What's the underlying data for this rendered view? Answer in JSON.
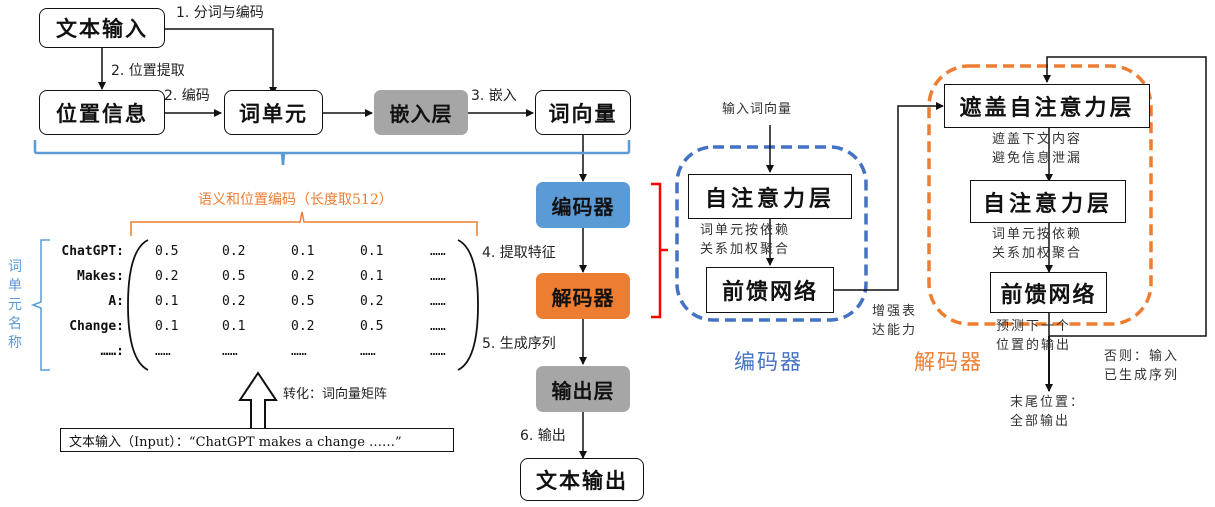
{
  "pipeline": {
    "text_input": "文本输入",
    "position_info": "位置信息",
    "token": "词单元",
    "embedding_layer": "嵌入层",
    "word_vector": "词向量",
    "encoder": "编码器",
    "decoder": "解码器",
    "output_layer": "输出层",
    "text_output": "文本输出",
    "steps": {
      "tokenize": "1. 分词与编码",
      "position_extract": "2. 位置提取",
      "encode": "2. 编码",
      "embed": "3. 嵌入",
      "extract_features": "4. 提取特征",
      "generate_sequence": "5. 生成序列",
      "output": "6. 输出"
    }
  },
  "matrix": {
    "title": "语义和位置编码（长度取512）",
    "row_axis_label": "词单元名称",
    "row_labels": [
      "ChatGPT:",
      "Makes:",
      "A:",
      "Change:",
      "……:"
    ],
    "rows": [
      [
        "0.5",
        "0.2",
        "0.1",
        "0.1",
        "……"
      ],
      [
        "0.2",
        "0.5",
        "0.2",
        "0.1",
        "……"
      ],
      [
        "0.1",
        "0.2",
        "0.5",
        "0.2",
        "……"
      ],
      [
        "0.1",
        "0.1",
        "0.2",
        "0.5",
        "……"
      ],
      [
        "……",
        "……",
        "……",
        "……",
        "……"
      ]
    ],
    "transform_label": "转化：词向量矩阵",
    "input_text": "文本输入（Input）：“ChatGPT makes a change ……”"
  },
  "encoder_detail": {
    "input_label": "输入词向量",
    "self_attention": "自注意力层",
    "attention_note": [
      "词单元按依赖",
      "关系加权聚合"
    ],
    "feed_forward": "前馈网络",
    "ffn_note": [
      "增强表",
      "达能力"
    ],
    "title": "编码器"
  },
  "decoder_detail": {
    "masked_attention": "遮盖自注意力层",
    "masked_note": [
      "遮盖下文内容",
      "避免信息泄漏"
    ],
    "self_attention": "自注意力层",
    "attention_note": [
      "词单元按依赖",
      "关系加权聚合"
    ],
    "feed_forward": "前馈网络",
    "predict_note": [
      "预测下一个",
      "位置的输出"
    ],
    "loop_note": [
      "否则：输入",
      "已生成序列"
    ],
    "end_note": [
      "末尾位置：",
      "全部输出"
    ],
    "title": "解码器"
  },
  "colors": {
    "blue": "#5b9bd5",
    "blue_dash": "#4472c4",
    "orange": "#ed7d31",
    "gray": "#a6a6a6",
    "red": "#ff0000"
  }
}
